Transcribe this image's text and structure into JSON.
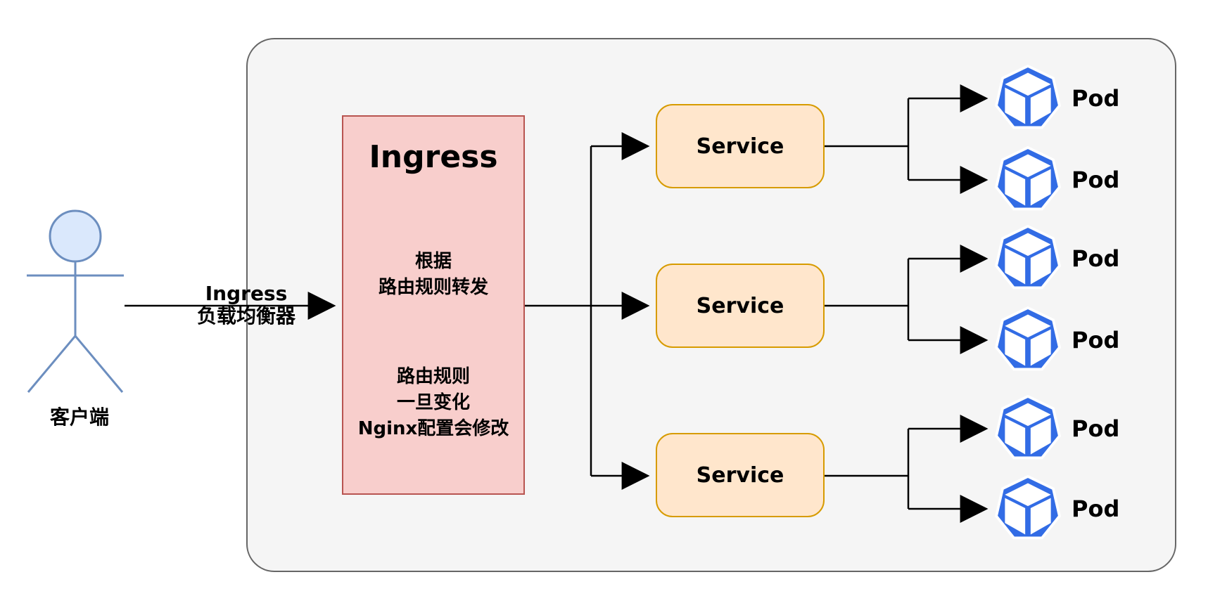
{
  "diagram": {
    "title_hint": "Kubernetes Ingress routing diagram",
    "client": {
      "label": "客户端"
    },
    "client_arrow": {
      "label_line1": "Ingress",
      "label_line2": "负载均衡器"
    },
    "ingress": {
      "title": "Ingress",
      "note1": {
        "line1": "根据",
        "line2": "路由规则转发"
      },
      "note2": {
        "line1": "路由规则",
        "line2": "一旦变化",
        "line3": "Nginx配置会修改"
      }
    },
    "services": [
      {
        "label": "Service"
      },
      {
        "label": "Service"
      },
      {
        "label": "Service"
      }
    ],
    "pods": [
      {
        "label": "Pod"
      },
      {
        "label": "Pod"
      },
      {
        "label": "Pod"
      },
      {
        "label": "Pod"
      },
      {
        "label": "Pod"
      },
      {
        "label": "Pod"
      }
    ],
    "colors": {
      "cluster_fill": "#f5f5f5",
      "cluster_border": "#666666",
      "ingress_fill": "#f8cecc",
      "ingress_border": "#b85450",
      "service_fill": "#ffe6cc",
      "service_border": "#d79b00",
      "pod_blue": "#326CE5",
      "connector": "#000000",
      "actor_stroke": "#6c8ebf",
      "actor_head_fill": "#dae8fc"
    }
  }
}
